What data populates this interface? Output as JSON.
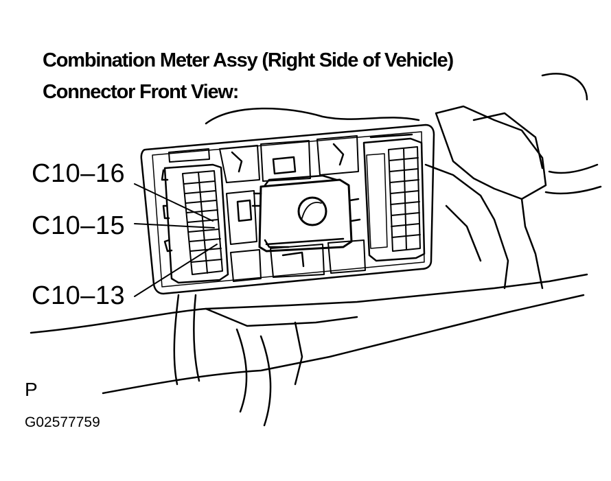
{
  "title": {
    "line1": "Combination Meter Assy (Right Side of Vehicle)",
    "line2": "Connector Front View:"
  },
  "callouts": [
    {
      "label": "C10–16",
      "pin": 16
    },
    {
      "label": "C10–15",
      "pin": 15
    },
    {
      "label": "C10–13",
      "pin": 13
    }
  ],
  "view_mark": "P",
  "figure_id": "G02577759"
}
